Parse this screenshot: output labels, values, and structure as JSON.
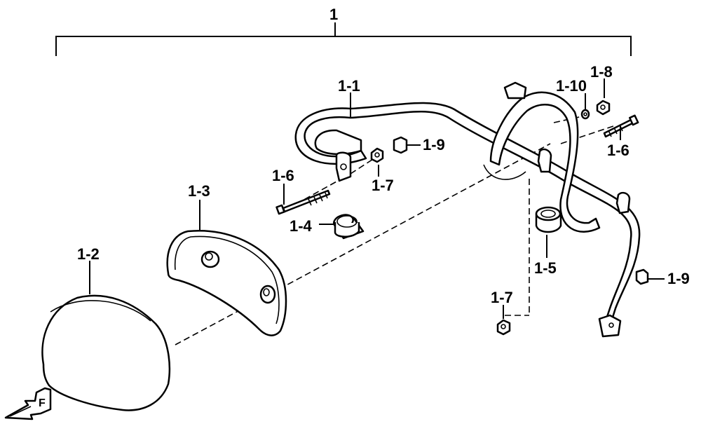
{
  "diagram": {
    "assembly_label": "1",
    "labels": {
      "bar": "1-1",
      "pad": "1-2",
      "plate": "1-3",
      "bushing_left": "1-4",
      "bushing_right": "1-5",
      "bolt_left": "1-6",
      "bolt_right": "1-6",
      "nut_left": "1-7",
      "nut_bottom": "1-7",
      "nut_top": "1-8",
      "clip_left": "1-9",
      "clip_right": "1-9",
      "washer": "1-10"
    },
    "front_marker": "F"
  }
}
